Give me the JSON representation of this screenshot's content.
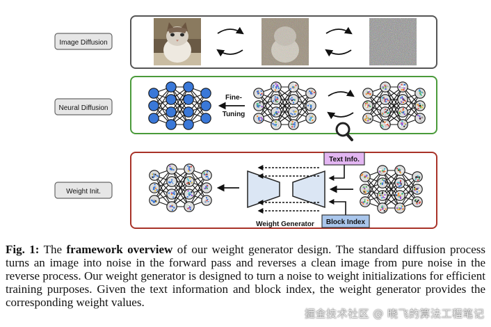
{
  "rows": {
    "image_diffusion": {
      "label": "Image Diffusion"
    },
    "neural_diffusion": {
      "label": "Neural Diffusion",
      "fine_tuning": [
        "Fine-",
        "Tuning"
      ]
    },
    "weight_init": {
      "label": "Weight Init.",
      "text_info": "Text Info.",
      "block_index": "Block Index",
      "generator_label": "Weight Generator"
    }
  },
  "colors": {
    "row1_border": "#555555",
    "row2_border": "#4a9a3a",
    "row3_border": "#a83228",
    "node_fill": "#3a78d8",
    "text_info_fill": "#e3b6f2",
    "block_index_fill": "#a9c6ec",
    "generator_fill": "#dbe6f4"
  },
  "caption": {
    "label": "Fig. 1:",
    "part1": " The ",
    "bold": "framework overview",
    "part2": " of our weight generator design. The standard diffusion process turns an image into noise in the forward pass and reverses a clean image from pure noise in the reverse process. Our weight generator is designed to turn a noise to weight initializations for efficient training purposes. Given the text information and block index, the weight generator provides the corresponding weight values."
  },
  "watermark": "掘金技术社区 @ 晓飞的算法工程笔记"
}
